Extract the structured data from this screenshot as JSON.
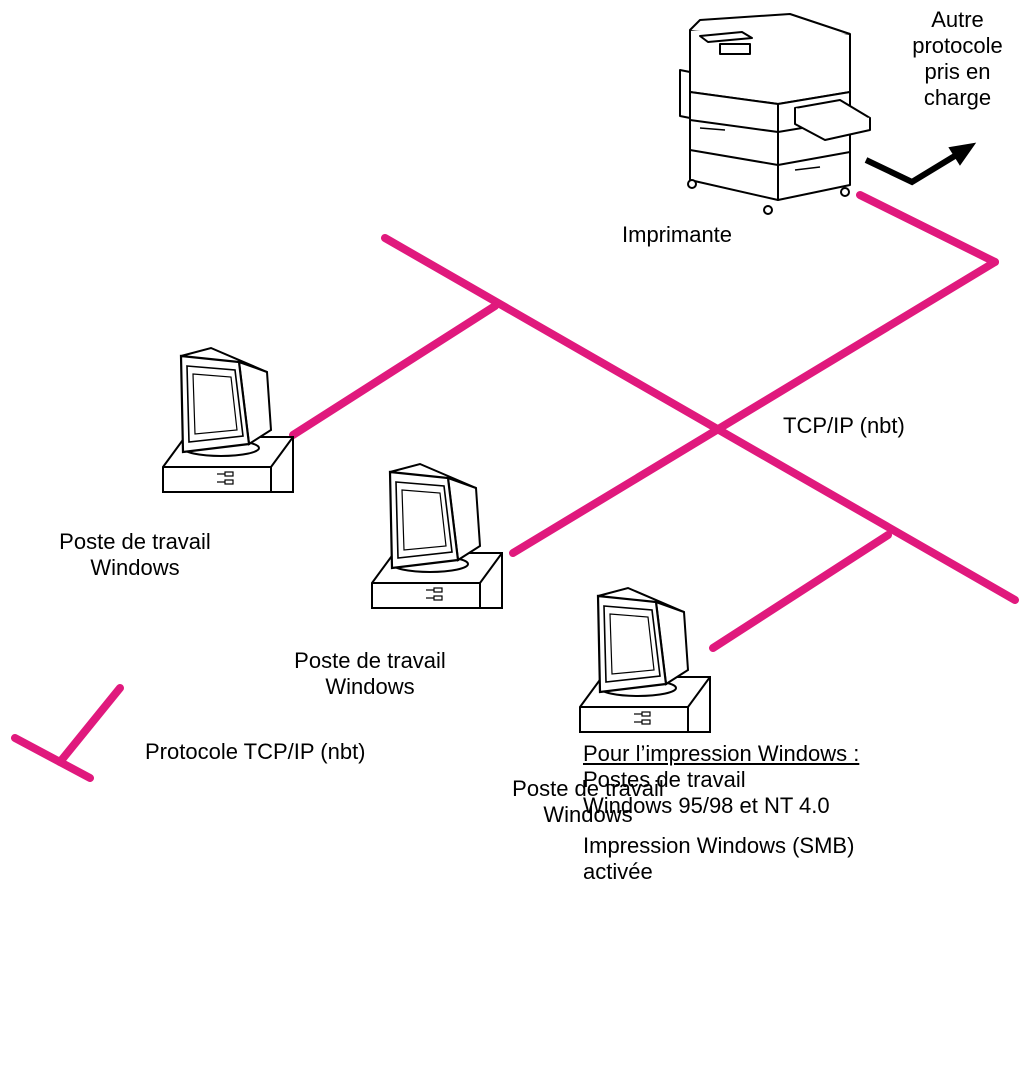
{
  "colors": {
    "network": "#E0197D",
    "outline": "#000000",
    "fill": "#ffffff",
    "shade": "#d8d8d8"
  },
  "printer": {
    "icon": "printer-icon",
    "label": "Imprimante",
    "other_protocol": [
      "Autre",
      "protocole",
      "pris en",
      "charge"
    ]
  },
  "network": {
    "label": "TCP/IP (nbt)"
  },
  "workstations": [
    {
      "icon": "computer-icon",
      "label": [
        "Poste de travail",
        "Windows"
      ]
    },
    {
      "icon": "computer-icon",
      "label": [
        "Poste de travail",
        "Windows"
      ]
    },
    {
      "icon": "computer-icon",
      "label": [
        "Poste de travail",
        "Windows"
      ]
    }
  ],
  "legend": {
    "icon": "network-line-icon",
    "label": "Protocole TCP/IP (nbt)"
  },
  "notes": {
    "heading": "Pour l’impression Windows :",
    "lines": [
      "Postes de travail",
      "Windows 95/98 et NT 4.0"
    ],
    "smb": [
      "Impression Windows (SMB)",
      "activée"
    ]
  }
}
